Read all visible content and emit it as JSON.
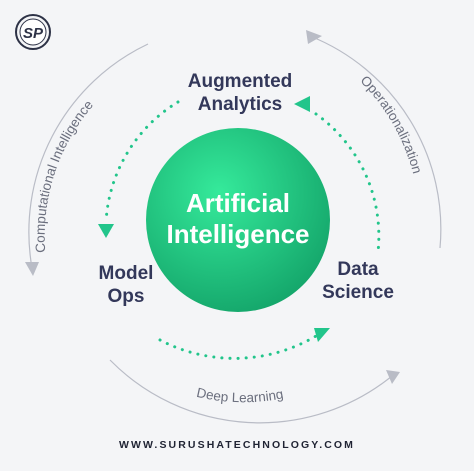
{
  "center": {
    "line1": "Artificial",
    "line2": "Intelligence"
  },
  "nodes": {
    "augmented_analytics": {
      "line1": "Augmented",
      "line2": "Analytics"
    },
    "model_ops": {
      "line1": "Model",
      "line2": "Ops"
    },
    "data_science": {
      "line1": "Data",
      "line2": "Science"
    }
  },
  "outer_labels": {
    "computational_intelligence": "Computational Intelligence",
    "operationalization": "Operationalization",
    "deep_learning": "Deep Learning"
  },
  "footer": {
    "url": "WWW.SURUSHATECHNOLOGY.COM"
  },
  "logo": {
    "initials": "SP"
  },
  "colors": {
    "accent_green": "#22c58b",
    "circle_light": "#2fe596",
    "circle_dark": "#15a86b",
    "text_dark": "#33385a",
    "arc_grey": "#b9bcc6"
  }
}
